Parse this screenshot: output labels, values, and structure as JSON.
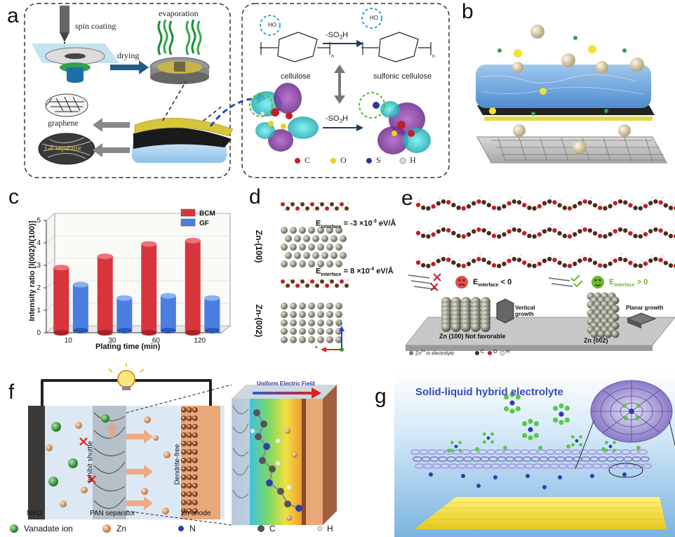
{
  "figure": {
    "panel_labels": [
      "a",
      "b",
      "c",
      "d",
      "e",
      "f",
      "g"
    ]
  },
  "panel_a": {
    "spin_coating": "spin coating",
    "drying": "drying",
    "evaporation": "evaporation",
    "graphene": "graphene",
    "gf_separator": "GF separator",
    "cellulose": "cellulose",
    "sulfonic_cellulose": "sulfonic cellulose",
    "reaction": "-SO",
    "reaction_sub": "3",
    "reaction_end": "H",
    "legend": [
      "C",
      "O",
      "S",
      "H"
    ],
    "legend_colors": [
      "#c0202a",
      "#e8d21a",
      "#2a3a9a",
      "#dddddd"
    ],
    "subscript_n": "n"
  },
  "chart_data": {
    "type": "bar",
    "categories": [
      "10",
      "30",
      "60",
      "120"
    ],
    "series": [
      {
        "name": "BCM",
        "values": [
          2.9,
          3.4,
          3.95,
          4.1
        ],
        "color": "#d8343c"
      },
      {
        "name": "GF",
        "values": [
          2.05,
          1.45,
          1.55,
          1.45
        ],
        "color": "#4a7ee0"
      }
    ],
    "xlabel": "Plating time (min)",
    "ylabel": "Intensity ratio [I(002)/I(100)]",
    "ylim": [
      0,
      5
    ],
    "yticks": [
      0,
      1,
      2,
      3,
      4,
      5
    ],
    "legend_position": "top-right"
  },
  "panel_d": {
    "e1_prefix": "E",
    "e1_sub": "interface",
    "e1_value": " = -3 ×10",
    "e1_exp": "-3",
    "e1_unit": " eV/Å",
    "e2_prefix": "E",
    "e2_sub": "interface",
    "e2_value": " = 8 ×10",
    "e2_exp": "-4",
    "e2_unit": " eV/Å",
    "zn100": "Zn-(100)",
    "zn002": "Zn-(002)",
    "axis_c": "c",
    "axis_a": "a"
  },
  "panel_e": {
    "e_neg_prefix": "E",
    "e_neg_sub": "interface",
    "e_neg_rel": " < 0",
    "e_pos_prefix": "E",
    "e_pos_sub": "interface",
    "e_pos_rel": " > 0",
    "vertical_growth_1": "Vertical",
    "vertical_growth_2": "growth",
    "planar_growth": "Planar growth",
    "zn100_label": "Zn (100) Not favorable",
    "zn002_label": "Zn (002)",
    "legend_zn": "Zn",
    "legend_zn_sup": "2+",
    "legend_zn_rest": " in electrolyte",
    "legend_items": [
      "C",
      "O",
      "H"
    ],
    "legend_colors": [
      "#4a2e1a",
      "#c0202a",
      "#e8e8e8"
    ]
  },
  "panel_f": {
    "uniform_field": "Uniform Electric Field",
    "inhibit_shuttle": "Inhibit shuttle",
    "dendrite_free": "Dendrite-free",
    "nvo": "NVO",
    "pan_separator": "PAN separator",
    "zn_anode": "Zn anode",
    "legend": [
      {
        "label": "Vanadate ion",
        "color": "#3d8f3a"
      },
      {
        "label": "Zn",
        "color": "#e0a070"
      },
      {
        "label": "N",
        "color": "#2f3fa8"
      },
      {
        "label": "C",
        "color": "#555555"
      },
      {
        "label": "H",
        "color": "#e8e8e8"
      }
    ]
  },
  "panel_g": {
    "title": "Solid-liquid hybrid electrolyte"
  }
}
